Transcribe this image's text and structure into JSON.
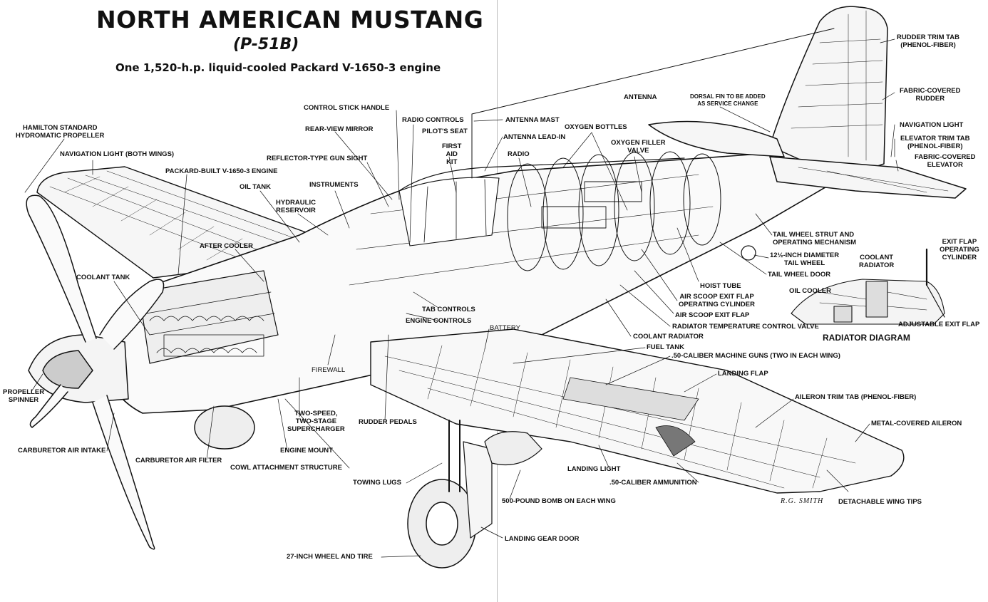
{
  "header": {
    "title": "NORTH AMERICAN MUSTANG",
    "model": "(P-51B)",
    "engine_line": "One 1,520-h.p. liquid-cooled Packard V-1650-3 engine"
  },
  "labels": {
    "hamilton_propeller": "HAMILTON STANDARD\nHYDROMATIC PROPELLER",
    "navigation_light_wings": "NAVIGATION LIGHT (BOTH WINGS)",
    "packard_engine": "PACKARD-BUILT V-1650-3 ENGINE",
    "oil_tank": "OIL TANK",
    "hydraulic_reservoir": "HYDRAULIC\nRESERVOIR",
    "instruments": "INSTRUMENTS",
    "reflector_gun_sight": "REFLECTOR-TYPE GUN SIGHT",
    "rear_view_mirror": "REAR-VIEW MIRROR",
    "control_stick_handle": "CONTROL STICK HANDLE",
    "radio_controls": "RADIO CONTROLS",
    "pilots_seat": "PILOT'S SEAT",
    "first_aid_kit": "FIRST\nAID\nKIT",
    "antenna_mast": "ANTENNA MAST",
    "antenna_lead_in": "ANTENNA LEAD-IN",
    "radio": "RADIO",
    "oxygen_bottles": "OXYGEN BOTTLES",
    "oxygen_filler_valve": "OXYGEN FILLER\nVALVE",
    "antenna": "ANTENNA",
    "dorsal_fin": "DORSAL FIN TO BE ADDED\nAS SERVICE CHANGE",
    "rudder_trim_tab": "RUDDER TRIM TAB\n(PHENOL-FIBER)",
    "fabric_rudder": "FABRIC-COVERED\nRUDDER",
    "navigation_light": "NAVIGATION LIGHT",
    "elevator_trim_tab": "ELEVATOR TRIM TAB\n(PHENOL-FIBER)",
    "fabric_elevator": "FABRIC-COVERED\nELEVATOR",
    "tail_wheel_strut": "TAIL WHEEL STRUT AND\nOPERATING MECHANISM",
    "tail_wheel": "12½-INCH DIAMETER\nTAIL WHEEL",
    "tail_wheel_door": "TAIL WHEEL DOOR",
    "hoist_tube": "HOIST TUBE",
    "air_scoop_cylinder": "AIR SCOOP EXIT FLAP\nOPERATING CYLINDER",
    "air_scoop_flap": "AIR SCOOP EXIT FLAP",
    "radiator_temp_valve": "RADIATOR TEMPERATURE CONTROL VALVE",
    "coolant_radiator": "COOLANT RADIATOR",
    "fuel_tank": "FUEL TANK",
    "machine_guns": ".50-CALIBER MACHINE GUNS (TWO IN EACH WING)",
    "landing_flap": "LANDING FLAP",
    "aileron_trim_tab": "AILERON TRIM TAB (PHENOL-FIBER)",
    "metal_aileron": "METAL-COVERED AILERON",
    "detachable_wing_tips": "DETACHABLE WING TIPS",
    "ammunition": ".50-CALIBER AMMUNITION",
    "landing_light": "LANDING LIGHT",
    "bomb": "500-POUND BOMB ON EACH WING",
    "landing_gear_door": "LANDING GEAR DOOR",
    "wheel_tire": "27-INCH WHEEL AND TIRE",
    "towing_lugs": "TOWING LUGS",
    "rudder_pedals": "RUDDER PEDALS",
    "cowl_attachment": "COWL ATTACHMENT STRUCTURE",
    "engine_mount": "ENGINE MOUNT",
    "supercharger": "TWO-SPEED,\nTWO-STAGE\nSUPERCHARGER",
    "carburetor_filter": "CARBURETOR AIR FILTER",
    "carburetor_intake": "CARBURETOR AIR INTAKE",
    "propeller_spinner": "PROPELLER\nSPINNER",
    "coolant_tank": "COOLANT TANK",
    "after_cooler": "AFTER COOLER",
    "firewall": "FIREWALL",
    "tab_controls": "TAB CONTROLS",
    "engine_controls": "ENGINE CONTROLS",
    "battery": "BATTERY"
  },
  "radiator_diagram": {
    "title": "RADIATOR DIAGRAM",
    "exit_flap_cylinder": "EXIT FLAP\nOPERATING\nCYLINDER",
    "coolant_radiator": "COOLANT\nRADIATOR",
    "oil_cooler": "OIL COOLER",
    "adjustable_exit_flap": "ADJUSTABLE EXIT FLAP"
  },
  "signature": "R.G. SMITH"
}
